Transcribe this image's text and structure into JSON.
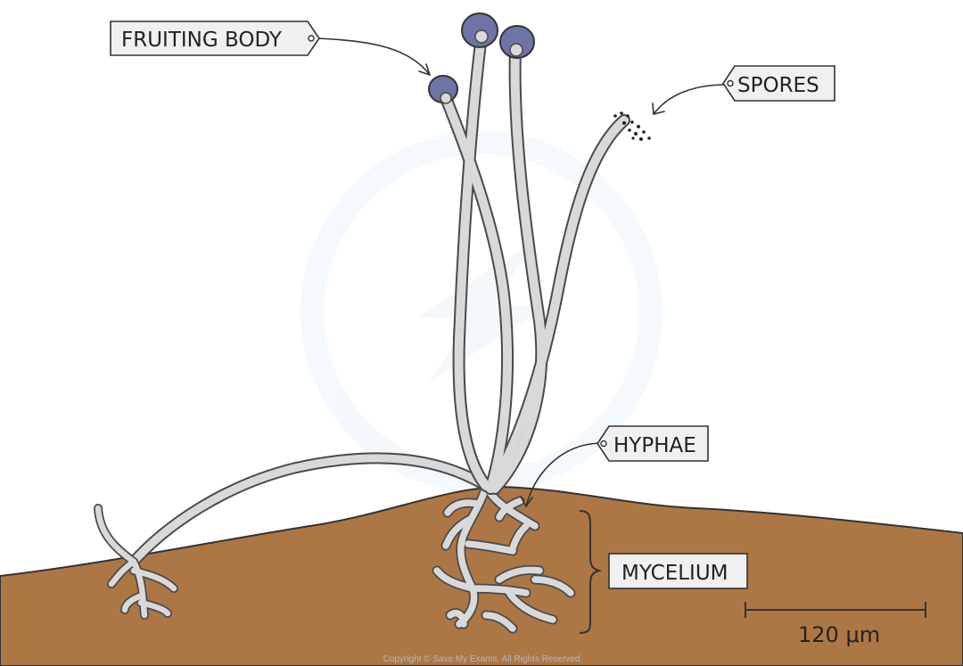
{
  "labels": {
    "fruiting_body": "FRUITING BODY",
    "spores": "SPORES",
    "hyphae": "HYPHAE",
    "mycelium": "MYCELIUM"
  },
  "scale_bar": {
    "text": "120 μm"
  },
  "copyright": "Copyright © Save My Exams. All Rights Reserved",
  "colors": {
    "soil": "#ac7745",
    "hypha_fill": "#d9d9d9",
    "outline": "#4a4a4a",
    "sporangium": "#6e74a5",
    "label_fill": "#f0f0f0"
  }
}
